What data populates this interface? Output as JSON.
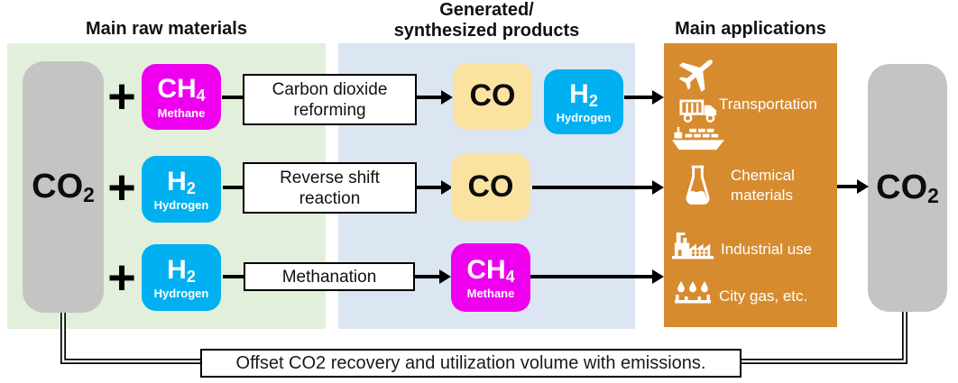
{
  "titles": {
    "raw_materials": "Main raw materials",
    "products_line1": "Generated/",
    "products_line2": "synthesized products",
    "applications": "Main applications"
  },
  "co2": {
    "base": "CO",
    "sub": "2"
  },
  "symbols": {
    "plus": "+"
  },
  "rows": [
    {
      "input_base": "CH",
      "input_sub": "4",
      "input_label": "Methane",
      "process_line1": "Carbon dioxide",
      "process_line2": "reforming",
      "product_base": "CO",
      "product_sub": "",
      "extra_base": "H",
      "extra_sub": "2",
      "extra_label": "Hydrogen"
    },
    {
      "input_base": "H",
      "input_sub": "2",
      "input_label": "Hydrogen",
      "process_line1": "Reverse shift",
      "process_line2": "reaction",
      "product_base": "CO",
      "product_sub": ""
    },
    {
      "input_base": "H",
      "input_sub": "2",
      "input_label": "Hydrogen",
      "process_line1": "Methanation",
      "product_base": "CH",
      "product_sub": "4",
      "product_label": "Methane"
    }
  ],
  "applications": {
    "transportation": {
      "label": "Transportation",
      "icons": [
        "airplane-icon",
        "truck-icon",
        "cargo-ship-icon"
      ]
    },
    "chemical": {
      "label_line1": "Chemical",
      "label_line2": "materials",
      "icon": "flask-icon"
    },
    "industrial": {
      "label": "Industrial use",
      "icon": "factory-icon"
    },
    "city_gas": {
      "label": "City gas, etc.",
      "icon": "gas-burner-icon"
    }
  },
  "offset_note": "Offset CO2 recovery and utilization volume with emissions.",
  "colors": {
    "panel_green": "#e2efda",
    "panel_blue": "#dce6f2",
    "panel_orange": "#d78b2f",
    "badge_magenta": "#ee00ee",
    "badge_cyan": "#00b0f0",
    "badge_yellow": "#fae3a0",
    "co2_gray": "#c4c4c4",
    "line_black": "#000000"
  }
}
